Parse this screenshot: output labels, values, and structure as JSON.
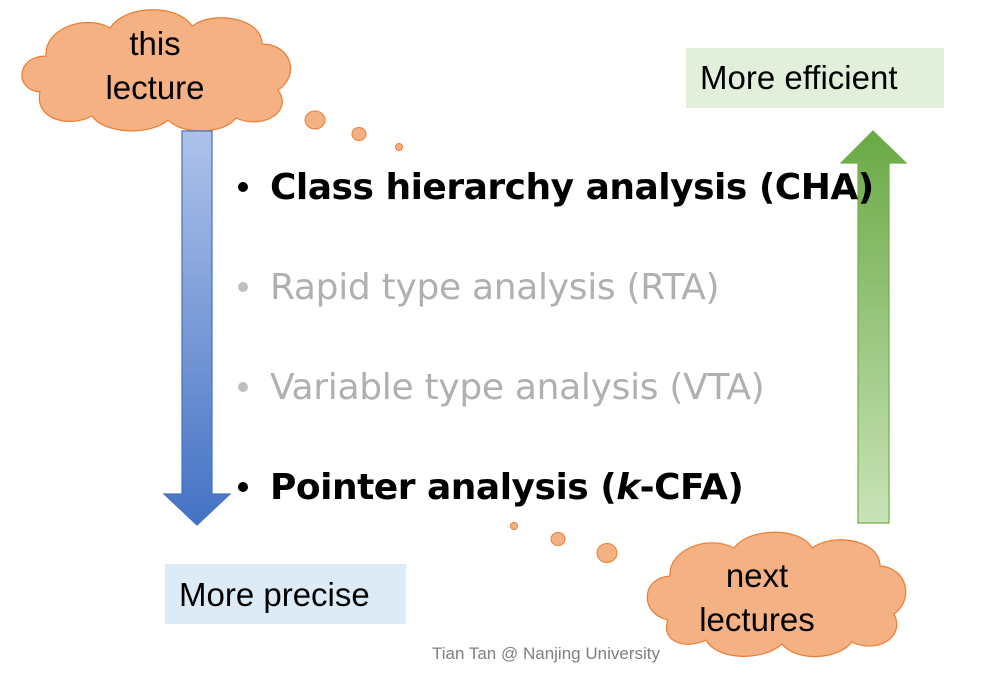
{
  "clouds": {
    "top": {
      "line1": "this",
      "line2": "lecture"
    },
    "bottom": {
      "line1": "next",
      "line2": "lectures"
    }
  },
  "labels": {
    "efficient": "More efficient",
    "precise": "More precise"
  },
  "bullets": [
    {
      "text": "Class hierarchy analysis (CHA)",
      "style": "strong"
    },
    {
      "text": "Rapid type analysis (RTA)",
      "style": "faded"
    },
    {
      "text": "Variable type analysis (VTA)",
      "style": "faded"
    },
    {
      "text_before": "Pointer analysis (",
      "text_italic": "k",
      "text_after": "-CFA)",
      "style": "strong"
    }
  ],
  "footer": "Tian Tan @ Nanjing University",
  "colors": {
    "cloud_fill": "#f4b183",
    "cloud_stroke": "#ed7d31",
    "arrow_down_top": "#a9bde8",
    "arrow_down_bottom": "#4472c4",
    "arrow_up_top": "#70ad47",
    "arrow_up_bottom": "#c5e0b4",
    "box_green": "#e2efda",
    "box_blue": "#ddebf7",
    "faded_text": "#b0b0b0"
  }
}
